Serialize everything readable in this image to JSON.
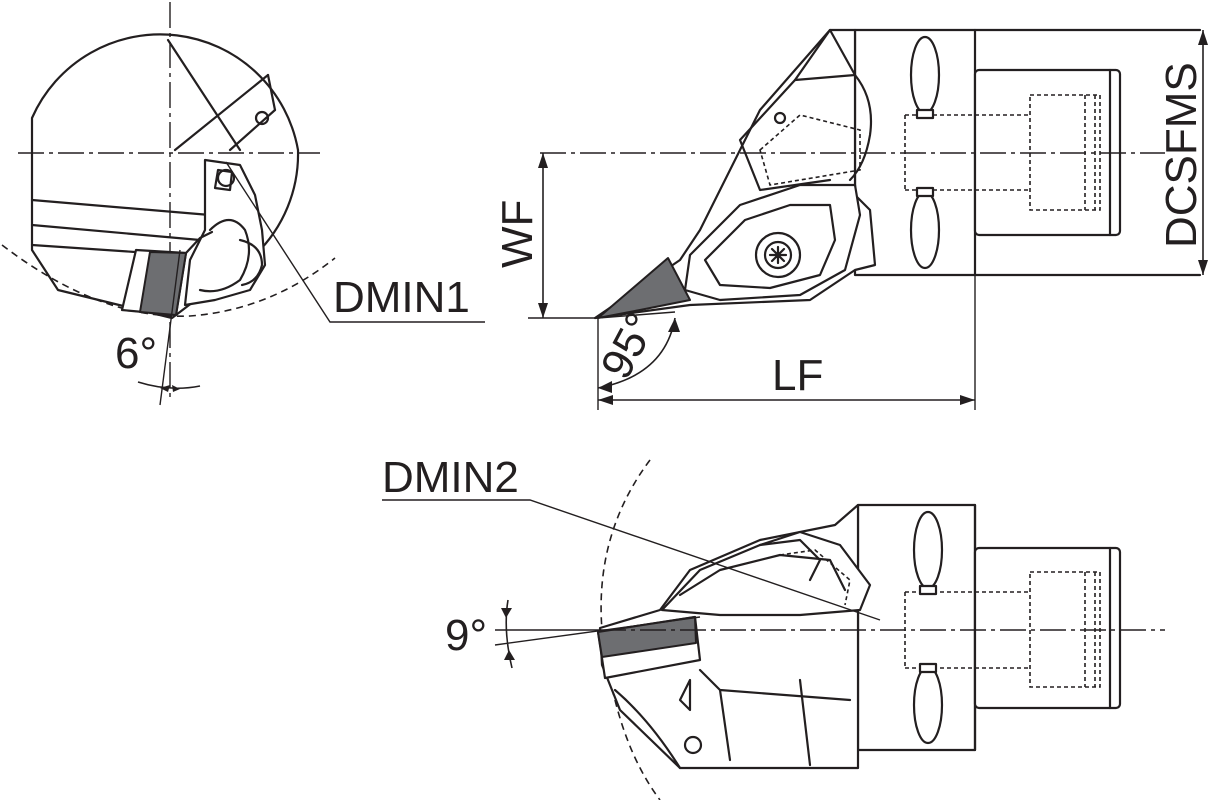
{
  "labels": {
    "dmin1": "DMIN1",
    "dmin2": "DMIN2",
    "wf": "WF",
    "lf": "LF",
    "dcsfms": "DCSFMS",
    "angle_lead": "95°",
    "angle_top": "6°",
    "angle_bottom": "9°"
  }
}
